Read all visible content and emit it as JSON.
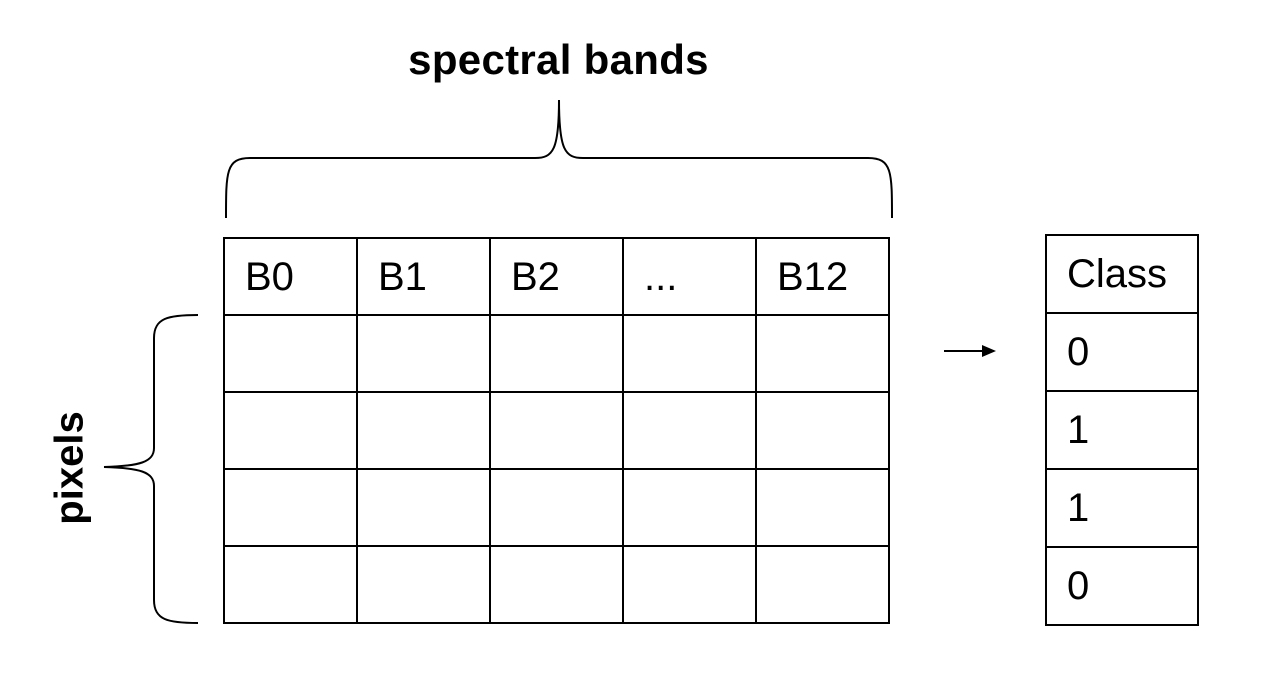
{
  "labels": {
    "top": "spectral bands",
    "side": "pixels"
  },
  "features": {
    "headers": [
      "B0",
      "B1",
      "B2",
      "...",
      "B12"
    ],
    "rows": [
      [
        "",
        "",
        "",
        "",
        ""
      ],
      [
        "",
        "",
        "",
        "",
        ""
      ],
      [
        "",
        "",
        "",
        "",
        ""
      ],
      [
        "",
        "",
        "",
        "",
        ""
      ]
    ]
  },
  "target": {
    "header": "Class",
    "values": [
      "0",
      "1",
      "1",
      "0"
    ]
  }
}
